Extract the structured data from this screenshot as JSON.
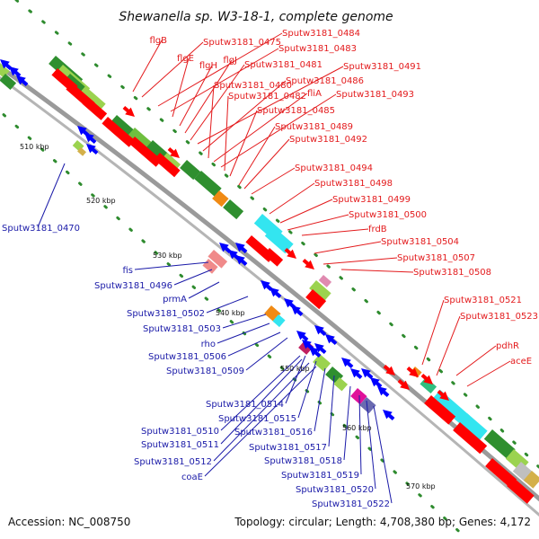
{
  "title": "Shewanella sp. W3-18-1, complete genome",
  "accession_text": "Accession: NC_008750",
  "topology_text": "Topology: circular; Length: 4,708,380 bp; Genes: 4,172",
  "colors": {
    "outer_label": "#e31a1c",
    "inner_label": "#1a1aa8",
    "forward_cds": "#ff0000",
    "reverse_cds": "#0000ff",
    "backbone": "#9a9a9a",
    "tick_dots": "#2e8b2e"
  },
  "ticks": [
    {
      "label": "510 kbp"
    },
    {
      "label": "520 kbp"
    },
    {
      "label": "530 kbp"
    },
    {
      "label": "540 kbp"
    },
    {
      "label": "550 kbp"
    },
    {
      "label": "560 kbp"
    },
    {
      "label": "570 kbp"
    }
  ],
  "outer_labels": [
    "flgB",
    "Sputw3181_0475",
    "Sputw3181_0484",
    "Sputw3181_0483",
    "flgE",
    "flgH",
    "flgJ",
    "Sputw3181_0481",
    "Sputw3181_0491",
    "Sputw3181_0486",
    "Sputw3181_0480",
    "fliA",
    "Sputw3181_0493",
    "Sputw3181_0482",
    "Sputw3181_0485",
    "Sputw3181_0489",
    "Sputw3181_0492",
    "Sputw3181_0494",
    "Sputw3181_0498",
    "Sputw3181_0499",
    "Sputw3181_0500",
    "frdB",
    "Sputw3181_0504",
    "Sputw3181_0507",
    "Sputw3181_0508",
    "Sputw3181_0521",
    "Sputw3181_0523",
    "pdhR",
    "aceE"
  ],
  "inner_labels": [
    "Sputw3181_0470",
    "fis",
    "Sputw3181_0496",
    "prmA",
    "Sputw3181_0502",
    "Sputw3181_0503",
    "rho",
    "Sputw3181_0506",
    "Sputw3181_0509",
    "Sputw3181_0514",
    "Sputw3181_0515",
    "Sputw3181_0510",
    "Sputw3181_0516",
    "Sputw3181_0511",
    "Sputw3181_0517",
    "Sputw3181_0512",
    "Sputw3181_0518",
    "coaE",
    "Sputw3181_0519",
    "Sputw3181_0520",
    "Sputw3181_0522"
  ]
}
